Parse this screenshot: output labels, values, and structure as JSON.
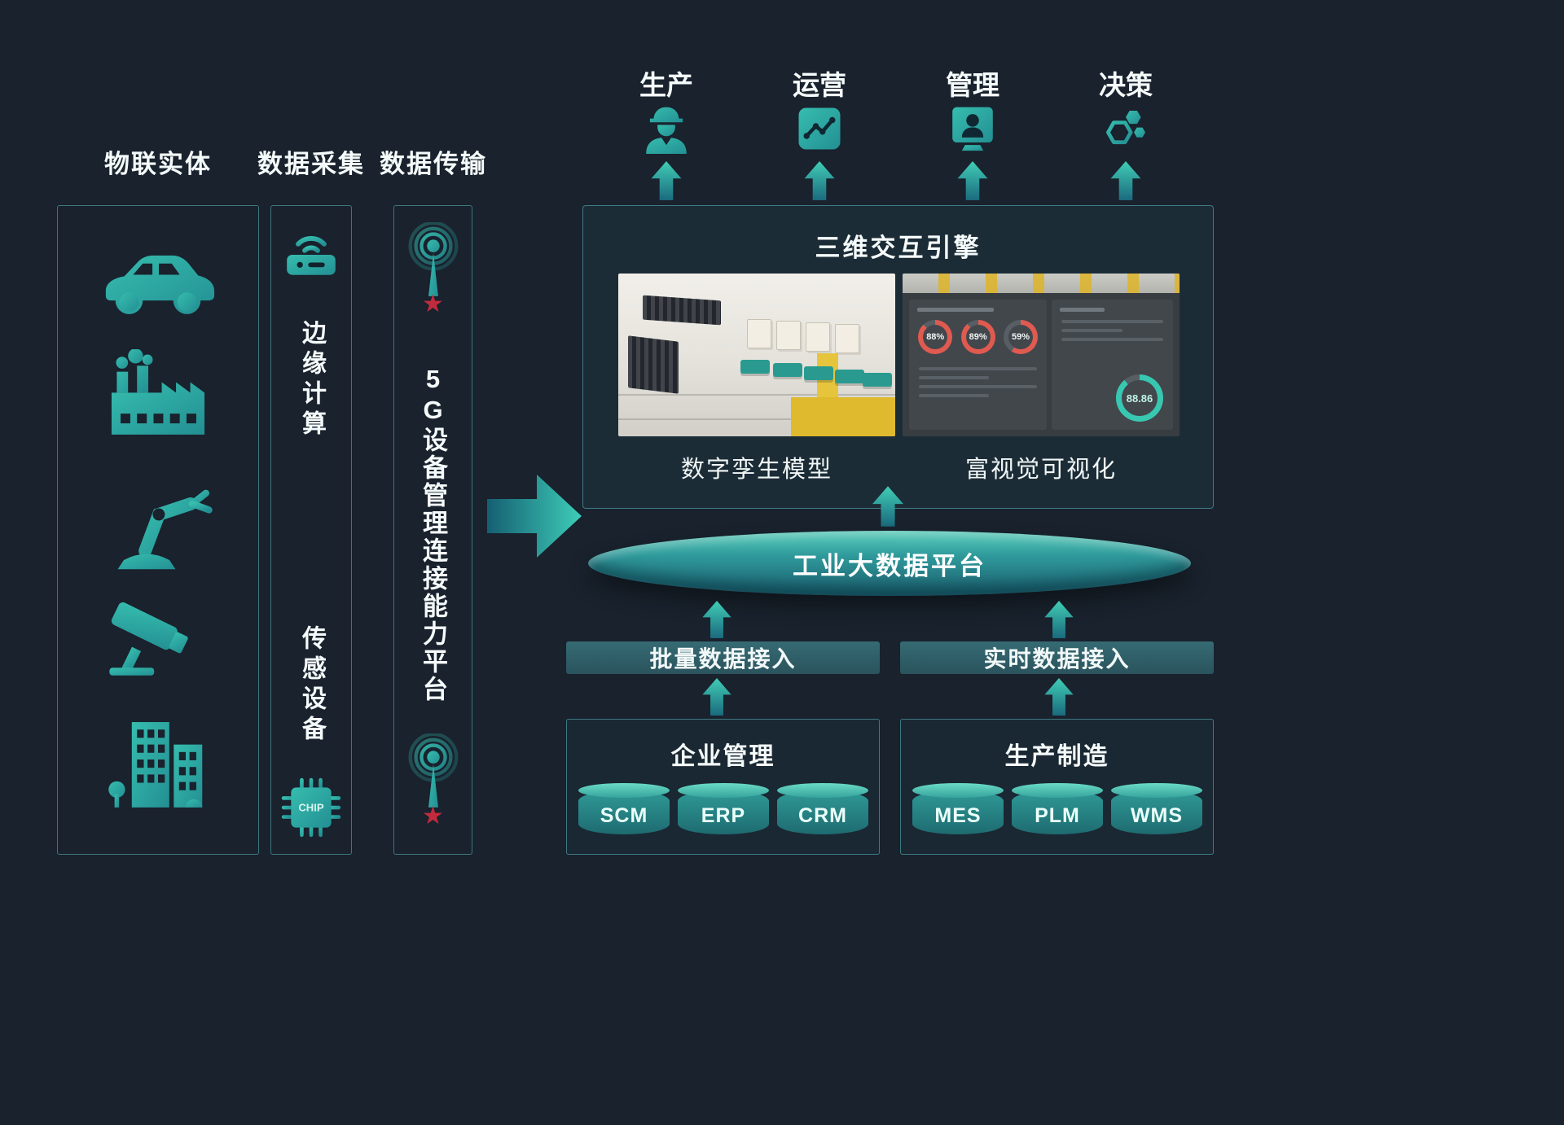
{
  "colors": {
    "background": "#19222d",
    "accent_teal": "#2fb3ab",
    "star_red": "#c22b3d",
    "path_yellow": "#dfb92e"
  },
  "icons": {
    "star_glyph": "★",
    "iot": [
      "car-icon",
      "factory-icon",
      "robot-arm-icon",
      "cctv-camera-icon",
      "buildings-icon"
    ],
    "collection": [
      "edge-gateway-icon",
      "chip-icon"
    ],
    "transmission": [
      "antenna-icon",
      "star-icon"
    ],
    "outcomes": [
      "worker-icon",
      "line-chart-icon",
      "manager-screen-icon",
      "hexagons-icon"
    ],
    "arrows": [
      "up-arrow-icon",
      "right-arrow-icon"
    ]
  },
  "columns": {
    "iot": {
      "title": "物联实体"
    },
    "collection": {
      "title": "数据采集",
      "edge_label": "边缘计算",
      "sensor_label": "传感设备",
      "chip_label": "CHIP"
    },
    "transmission": {
      "title": "数据传输",
      "platform_label": "5G设备管理连接能力平台"
    }
  },
  "outcomes": [
    {
      "label": "生产"
    },
    {
      "label": "运营"
    },
    {
      "label": "管理"
    },
    {
      "label": "决策"
    }
  ],
  "engine": {
    "title": "三维交互引擎",
    "left_caption": "数字孪生模型",
    "right_caption": "富视觉可视化",
    "dashboard": {
      "gauge1": "88%",
      "gauge2": "89%",
      "gauge3": "59%",
      "kpi": "88.86"
    }
  },
  "platform_label": "工业大数据平台",
  "ingest": {
    "batch": "批量数据接入",
    "realtime": "实时数据接入"
  },
  "sources": [
    {
      "title": "企业管理",
      "systems": [
        "SCM",
        "ERP",
        "CRM"
      ]
    },
    {
      "title": "生产制造",
      "systems": [
        "MES",
        "PLM",
        "WMS"
      ]
    }
  ]
}
